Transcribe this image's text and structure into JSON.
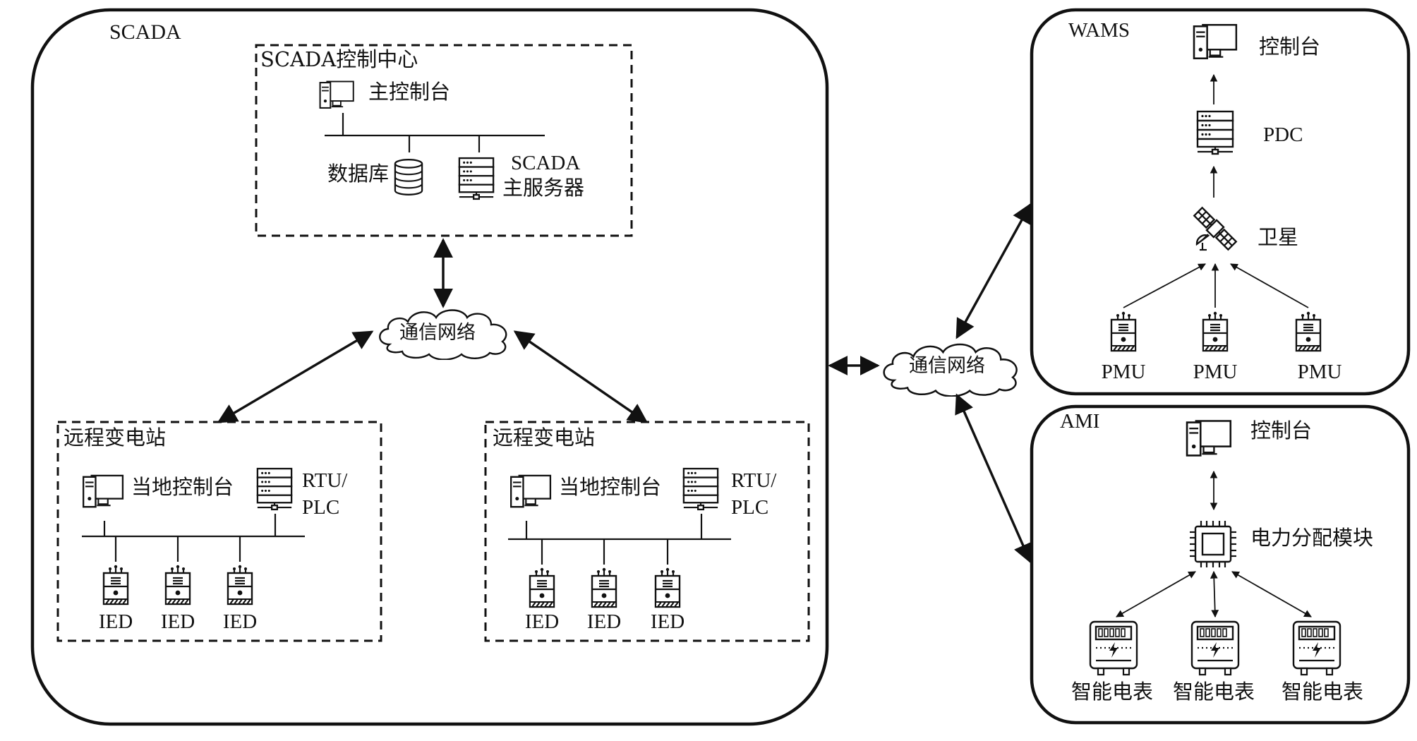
{
  "scada": {
    "title": "SCADA",
    "control_center": {
      "title": "SCADA控制中心",
      "main_console": "主控制台",
      "database": "数据库",
      "server_line1": "SCADA",
      "server_line2": "主服务器"
    },
    "network": "通信网络",
    "substations": [
      {
        "title": "远程变电站",
        "local_console": "当地控制台",
        "rtu_line1": "RTU/",
        "rtu_line2": "PLC",
        "devices": [
          "IED",
          "IED",
          "IED"
        ]
      },
      {
        "title": "远程变电站",
        "local_console": "当地控制台",
        "rtu_line1": "RTU/",
        "rtu_line2": "PLC",
        "devices": [
          "IED",
          "IED",
          "IED"
        ]
      }
    ]
  },
  "middle_network": "通信网络",
  "wams": {
    "title": "WAMS",
    "console": "控制台",
    "pdc": "PDC",
    "satellite": "卫星",
    "pmus": [
      "PMU",
      "PMU",
      "PMU"
    ]
  },
  "ami": {
    "title": "AMI",
    "console": "控制台",
    "module": "电力分配模块",
    "meters": [
      "智能电表",
      "智能电表",
      "智能电表"
    ]
  },
  "icons": [
    "computer-icon",
    "server-icon",
    "database-icon",
    "cloud-icon",
    "ied-icon",
    "satellite-icon",
    "chip-icon",
    "smart-meter-icon"
  ],
  "colors": {
    "line": "#111111",
    "background": "#ffffff"
  }
}
